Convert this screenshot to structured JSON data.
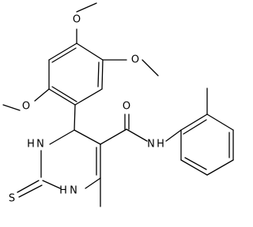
{
  "molecule": {
    "atom_labels": {
      "o_top": "O",
      "o_right": "O",
      "o_left": "O",
      "o_amide": "O",
      "n_amide": "N",
      "h_amide": "H",
      "n_ring_upper": "N",
      "h_ring_upper": "H",
      "n_ring_lower": "N",
      "h_ring_lower": "H",
      "s_thione": "S"
    }
  }
}
